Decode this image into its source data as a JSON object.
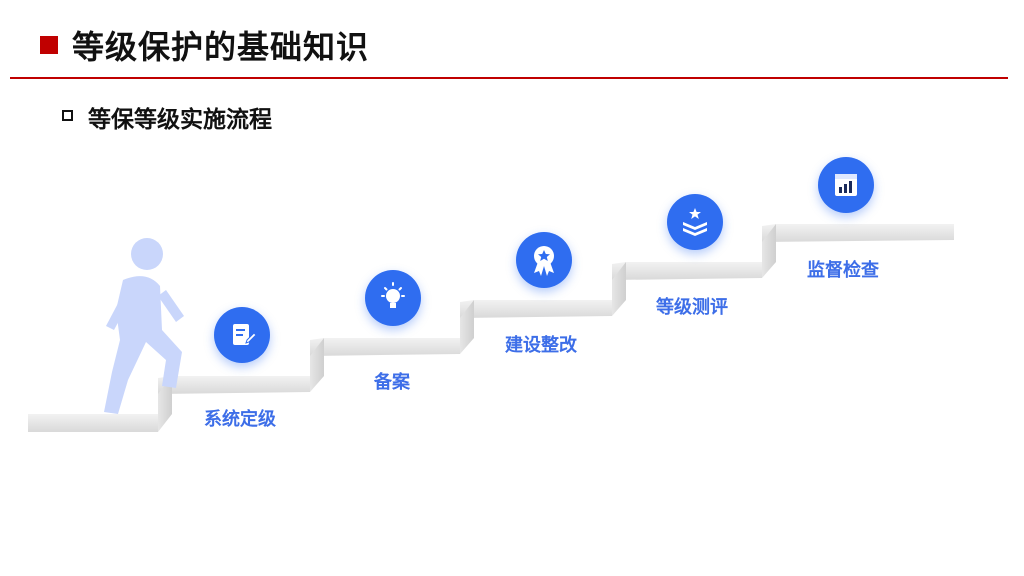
{
  "title": "等级保护的基础知识",
  "subtitle": "等保等级实施流程",
  "steps": [
    {
      "label": "系统定级",
      "icon": "document-edit-icon"
    },
    {
      "label": "备案",
      "icon": "lightbulb-icon"
    },
    {
      "label": "建设整改",
      "icon": "award-ribbon-icon"
    },
    {
      "label": "等级测评",
      "icon": "layers-star-icon"
    },
    {
      "label": "监督检查",
      "icon": "bar-chart-icon"
    }
  ],
  "colors": {
    "accent": "#c00000",
    "primary": "#2f6df0",
    "label": "#3d6ee8",
    "figure": "#c9d6fb"
  }
}
